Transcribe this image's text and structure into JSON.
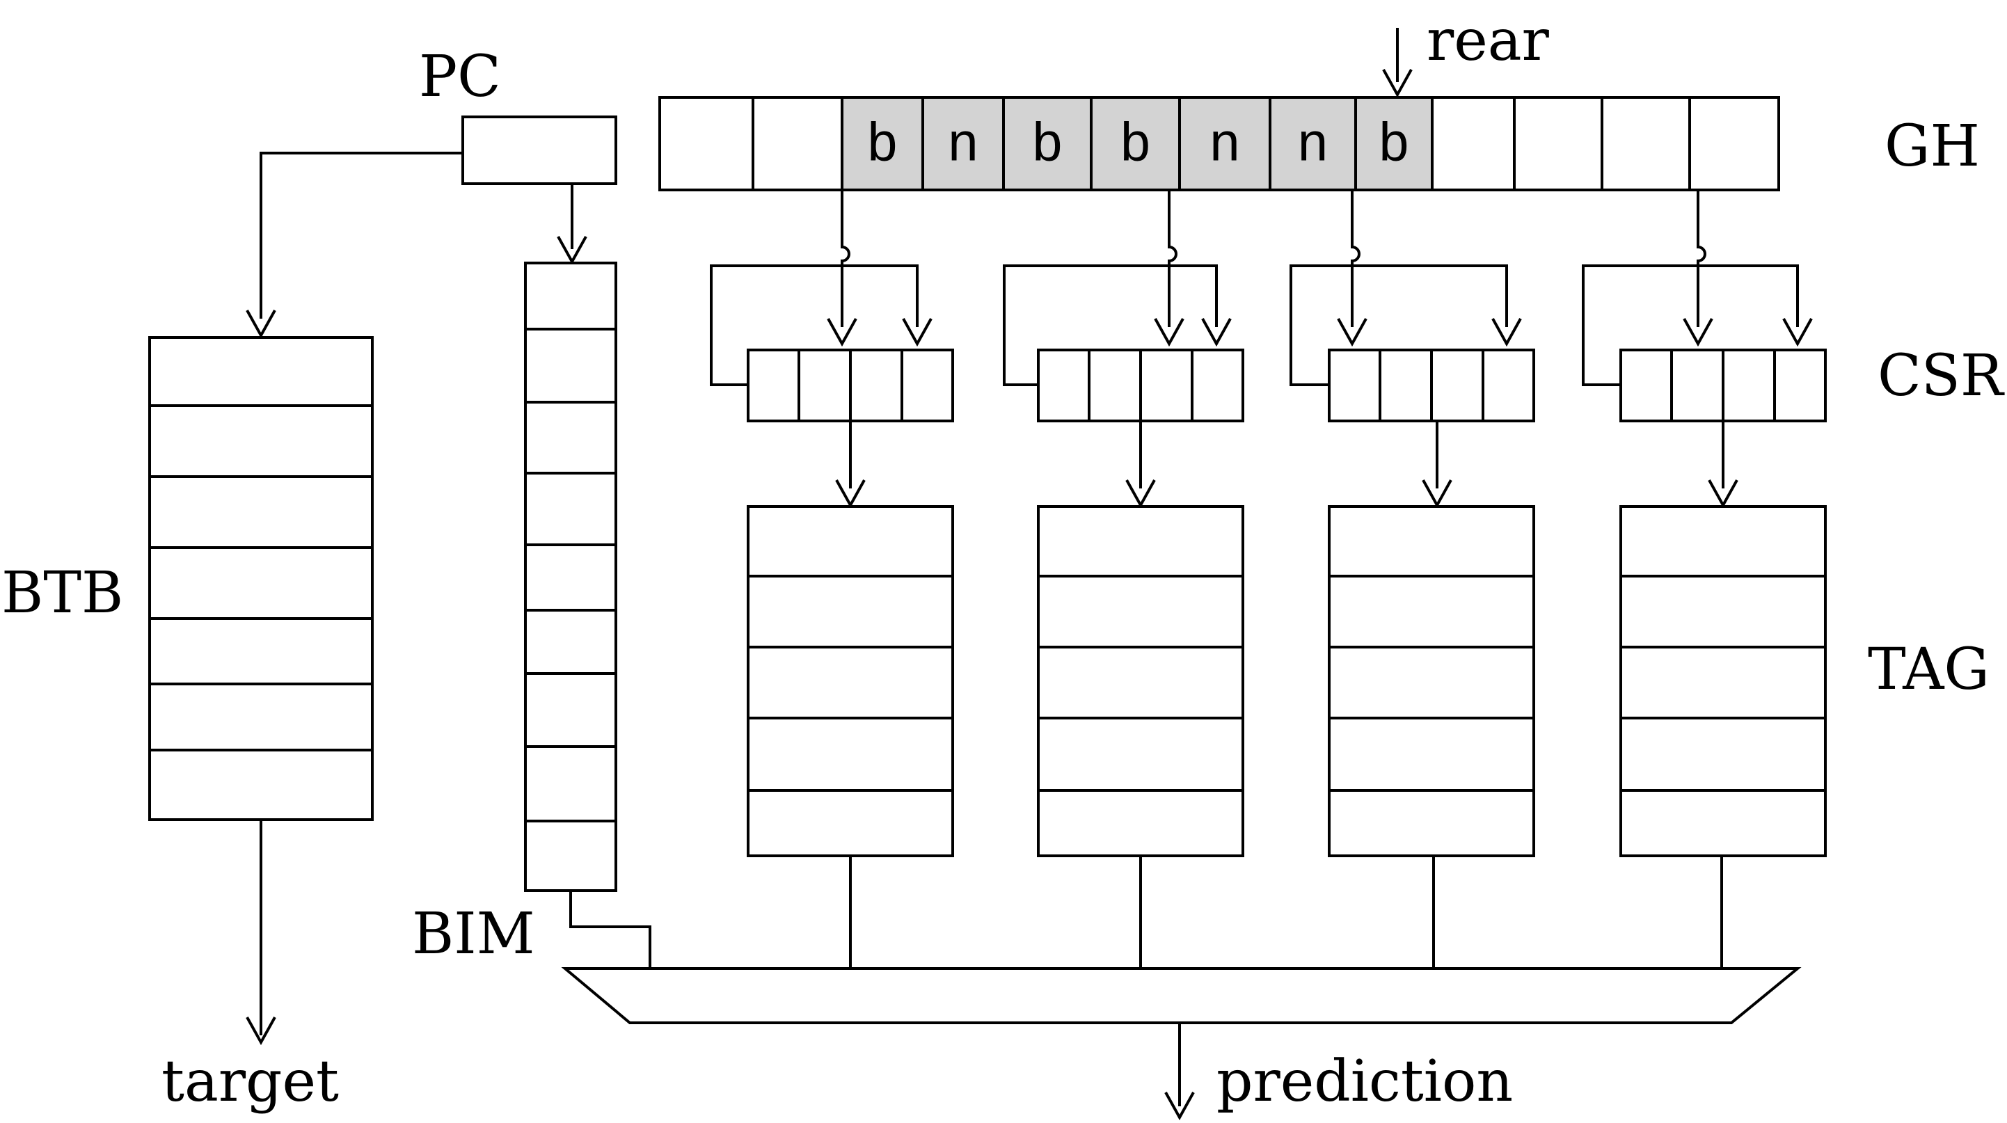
{
  "labels": {
    "pc": "PC",
    "rear": "rear",
    "gh": "GH",
    "csr": "CSR",
    "tag": "TAG",
    "btb": "BTB",
    "bim": "BIM",
    "target": "target",
    "prediction": "prediction"
  },
  "global_history": {
    "cells": [
      "",
      "",
      "b",
      "n",
      "b",
      "b",
      "n",
      "n",
      "b",
      "",
      "",
      "",
      ""
    ],
    "shaded": [
      false,
      false,
      true,
      true,
      true,
      true,
      true,
      true,
      true,
      false,
      false,
      false,
      false
    ]
  },
  "colors": {
    "line": "#000000",
    "shade": "#d3d3d3",
    "background": "#ffffff"
  }
}
